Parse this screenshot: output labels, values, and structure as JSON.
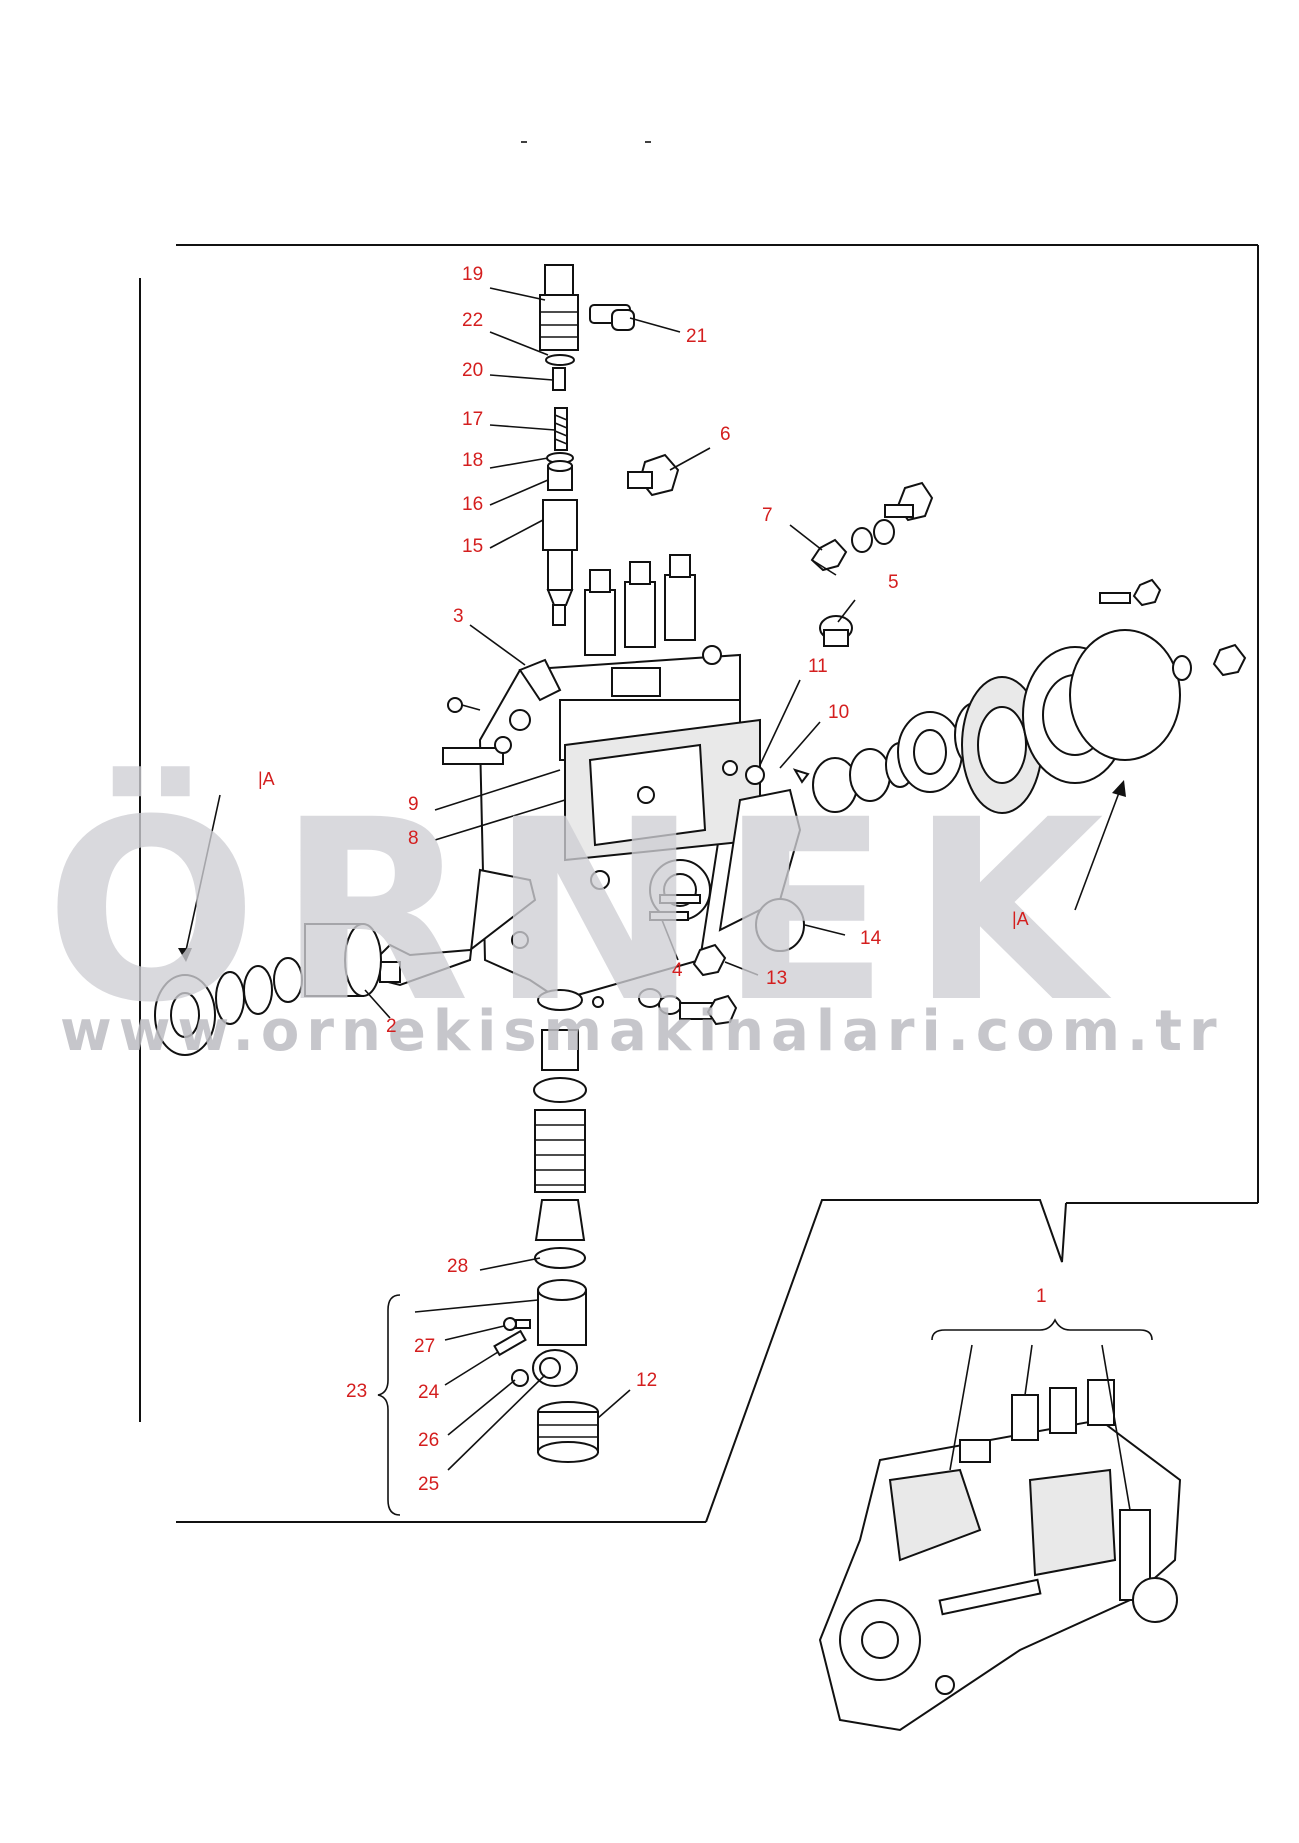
{
  "watermark": {
    "brand": "ÖRNEK",
    "url": "www.ornekismakinalari.com.tr",
    "accent_color": "#f2c230"
  },
  "view_labels": {
    "top_left": "|A",
    "right": "|A"
  },
  "callouts": [
    "19",
    "22",
    "21",
    "20",
    "17",
    "6",
    "18",
    "16",
    "7",
    "15",
    "5",
    "3",
    "11",
    "10",
    "9",
    "8",
    "14",
    "4",
    "13",
    "2",
    "28",
    "27",
    "23",
    "24",
    "12",
    "26",
    "25",
    "1"
  ],
  "colors": {
    "callout": "#d41e1e",
    "line": "#111111",
    "watermark": "#cfcfd4"
  }
}
